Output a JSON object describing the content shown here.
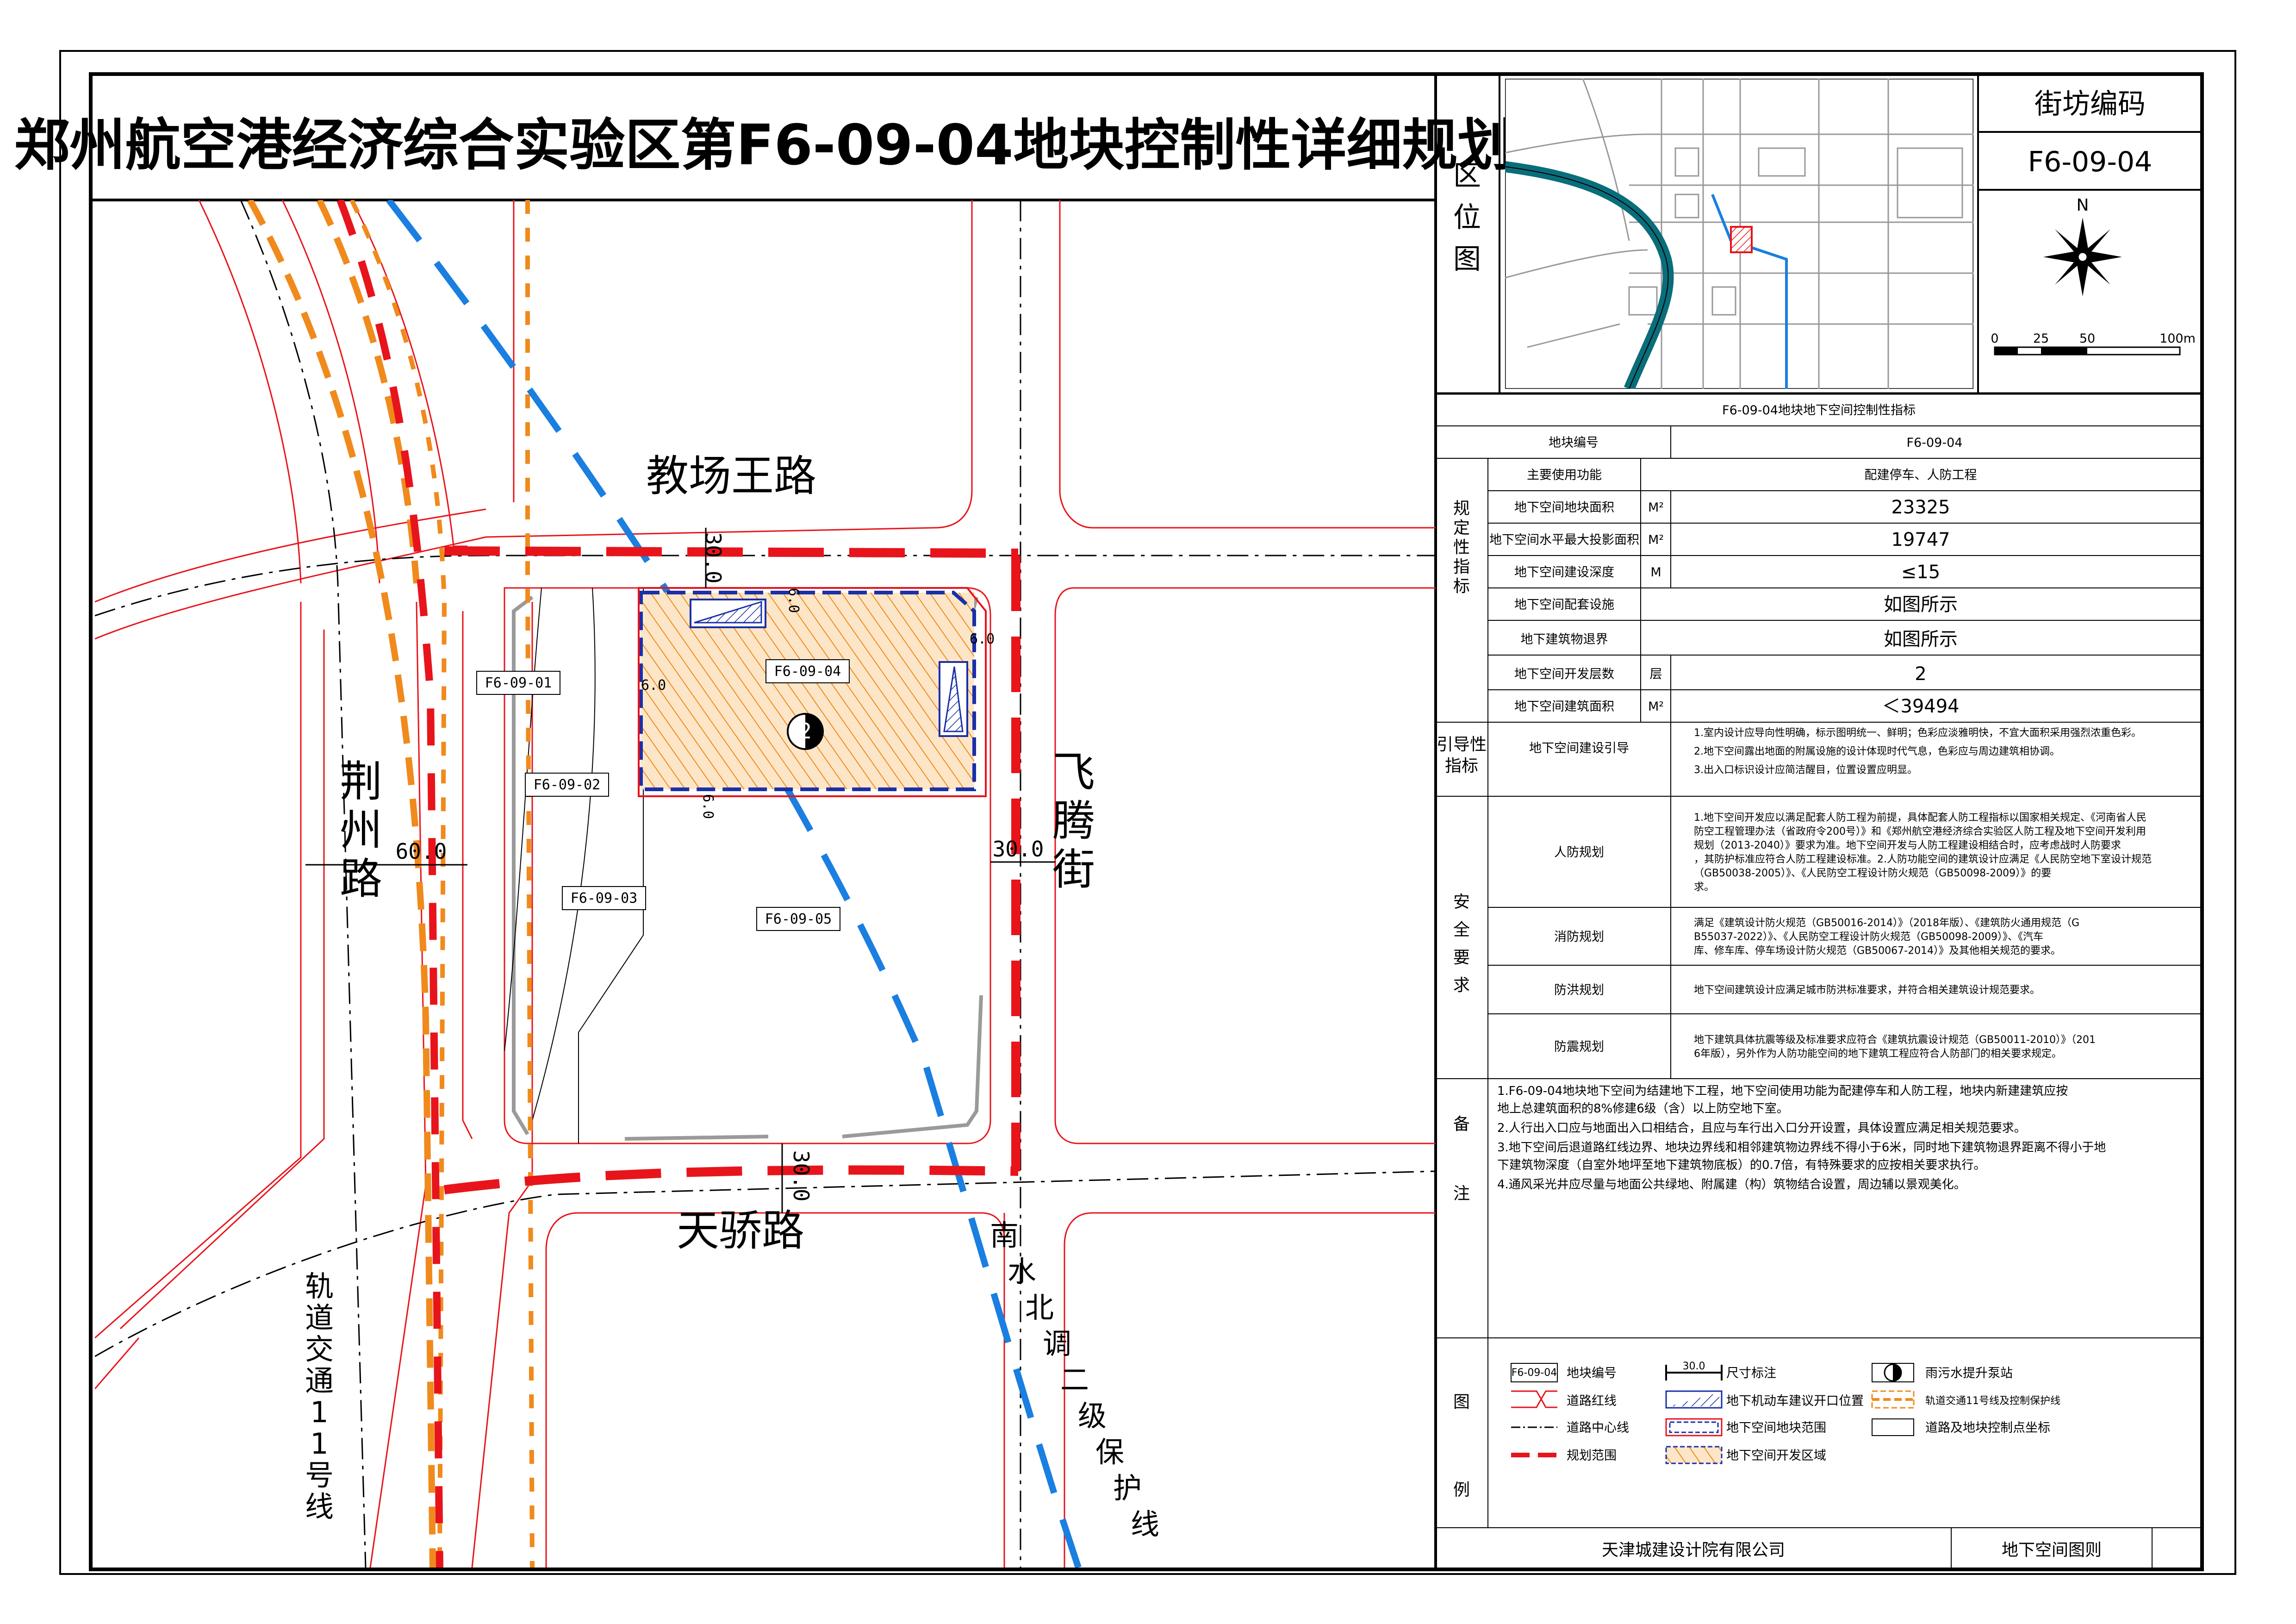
{
  "title": "郑州航空港经济综合实验区第F6-09-04地块控制性详细规划",
  "map": {
    "roads": {
      "north": "教场王路",
      "south": "天骄路",
      "west": "荆州路",
      "east": "飞腾街"
    },
    "corridor_labels": {
      "rail": "轨道交通11号线",
      "water": "南水北调二级保护线"
    },
    "plots": [
      "F6-09-01",
      "F6-09-02",
      "F6-09-03",
      "F6-09-04",
      "F6-09-05"
    ],
    "dimensions": {
      "west_road_width": "60.0",
      "north_setback": "30.0",
      "south_setback": "30.0",
      "east_setback": "30.0",
      "inner_a": "6.0",
      "inner_b": "6.0",
      "inner_c": "6.0",
      "inner_d": "6.0"
    },
    "pump_symbol": "2"
  },
  "location": {
    "label": "区位图",
    "block_code_label": "街坊编码",
    "block_code": "F6-09-04",
    "north_label": "N",
    "scale": [
      "0",
      "25",
      "50",
      "100m"
    ]
  },
  "table": {
    "title": "F6-09-04地块地下空间控制性指标",
    "parcel_id_label": "地块编号",
    "parcel_id": "F6-09-04",
    "regulatory_group": "规定性指标",
    "rows": [
      {
        "label": "主要使用功能",
        "unit": "",
        "value": "配建停车、人防工程"
      },
      {
        "label": "地下空间地块面积",
        "unit": "M²",
        "value": "23325"
      },
      {
        "label": "地下空间水平最大投影面积",
        "unit": "M²",
        "value": "19747"
      },
      {
        "label": "地下空间建设深度",
        "unit": "M",
        "value": "≤15"
      },
      {
        "label": "地下空间配套设施",
        "unit": "",
        "value": "如图所示"
      },
      {
        "label": "地下建筑物退界",
        "unit": "",
        "value": "如图所示"
      },
      {
        "label": "地下空间开发层数",
        "unit": "层",
        "value": "2"
      },
      {
        "label": "地下空间建筑面积",
        "unit": "M²",
        "value": "＜39494"
      }
    ],
    "guide_group": "引导性指标",
    "guide_label": "地下空间建设引导",
    "guide_text": [
      "1.室内设计应导向性明确，标示图明统一、鲜明；色彩应淡雅明快，不宜大面积采用强烈浓重色彩。",
      "2.地下空间露出地面的附属设施的设计体现时代气息，色彩应与周边建筑相协调。",
      "3.出入口标识设计应简洁醒目，位置设置应明显。"
    ],
    "safety_group": "安全要求",
    "safety_rows": [
      {
        "label": "人防规划",
        "text": "1.地下空间开发应以满足配套人防工程为前提，具体配套人防工程指标以国家相关规定、《河南省人民防空工程管理办法（省政府令200号）》和《郑州航空港经济综合实验区人防工程及地下空间开发利用规划（2013-2040）》要求为准。地下空间开发与人防工程建设相结合时，应考虑战时人防要求，其防护标准应符合人防工程建设标准。2.人防功能空间的建筑设计应满足《人民防空地下室设计规范（GB50038-2005）》、《人民防空工程设计防火规范（GB50098-2009）》的要求。"
      },
      {
        "label": "消防规划",
        "text": "满足《建筑设计防火规范（GB50016-2014）》（2018年版）、《建筑防火通用规范（GB55037-2022）》、《人民防空工程设计防火规范（GB50098-2009）》、《汽车库、修车库、停车场设计防火规范（GB50067-2014）》及其他相关规范的要求。"
      },
      {
        "label": "防洪规划",
        "text": "地下空间建筑设计应满足城市防洪标准要求，并符合相关建筑设计规范要求。"
      },
      {
        "label": "防震规划",
        "text": "地下建筑具体抗震等级及标准要求应符合《建筑抗震设计规范（GB50011-2010）》（2016年版），另外作为人防功能空间的地下建筑工程应符合人防部门的相关要求规定。"
      }
    ],
    "remarks_label": "备注",
    "remarks": [
      "1.F6-09-04地块地下空间为结建地下工程，地下空间使用功能为配建停车和人防工程，地块内新建建筑应按地上总建筑面积的8%修建6级（含）以上防空地下室。",
      "2.人行出入口应与地面出入口相结合，且应与车行出入口分开设置，具体设置应满足相关规范要求。",
      "3.地下空间后退道路红线边界、地块边界线和相邻建筑物边界线不得小于6米，同时地下建筑物退界距离不得小于地下建筑物深度（自室外地坪至地下建筑物底板）的0.7倍，有特殊要求的应按相关要求执行。",
      "4.通风采光井应尽量与地面公共绿地、附属建（构）筑物结合设置，周边辅以景观美化。"
    ]
  },
  "legend": {
    "label": "图例",
    "items": [
      {
        "icon": "parcel-id-box",
        "text": "地块编号",
        "sample": "F6-09-04"
      },
      {
        "icon": "dimension-icon",
        "text": "尺寸标注",
        "sample": "30.0"
      },
      {
        "icon": "pump-station-icon",
        "text": "雨污水提升泵站"
      },
      {
        "icon": "road-red-line-icon",
        "text": "道路红线"
      },
      {
        "icon": "vehicle-opening-icon",
        "text": "地下机动车建议开口位置"
      },
      {
        "icon": "rail-line-icon",
        "text": "轨道交通11号线及控制保护线"
      },
      {
        "icon": "road-centerline-icon",
        "text": "道路中心线"
      },
      {
        "icon": "underground-boundary-icon",
        "text": "地下空间地块范围"
      },
      {
        "icon": "control-point-icon",
        "text": "道路及地块控制点坐标"
      },
      {
        "icon": "planning-range-icon",
        "text": "规划范围"
      },
      {
        "icon": "development-area-icon",
        "text": "地下空间开发区域"
      }
    ]
  },
  "footer": {
    "company": "天津城建设计院有限公司",
    "drawing_name": "地下空间图则"
  },
  "colors": {
    "red": "#e8141b",
    "orange": "#f08a1c",
    "blue": "#1a7fe0",
    "navy": "#1a2fa8",
    "gray": "#9a9a9a"
  }
}
